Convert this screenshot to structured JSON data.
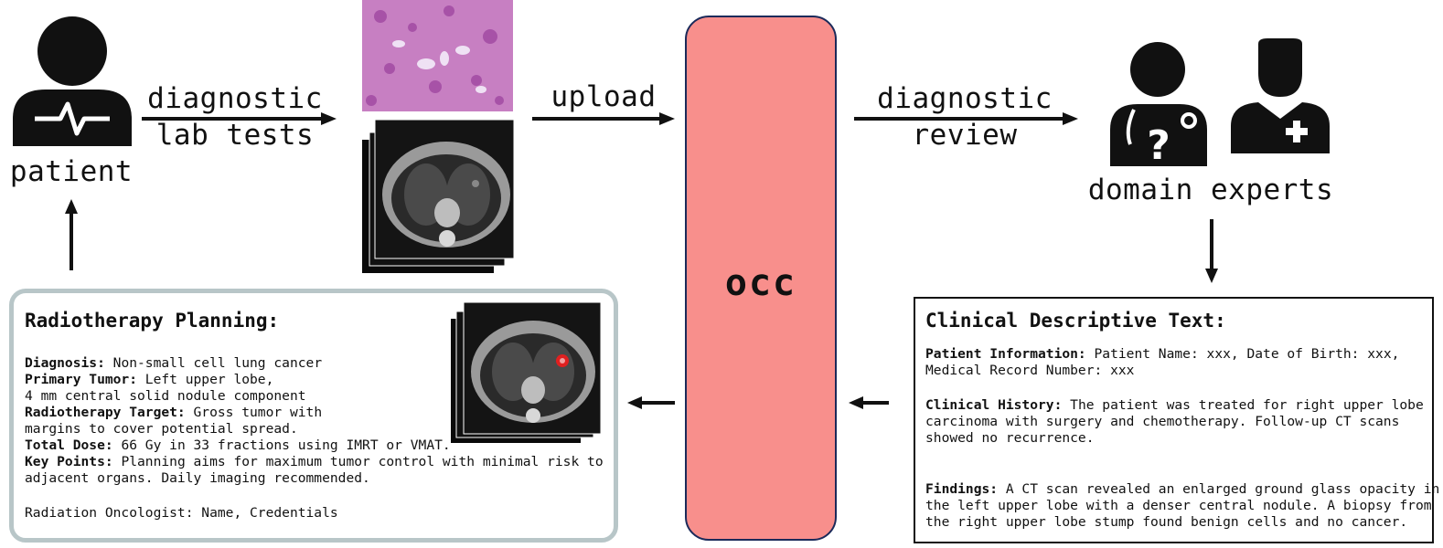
{
  "patient": {
    "label": "patient"
  },
  "flow": {
    "step1_line1": "diagnostic",
    "step1_line2": "lab tests",
    "step2": "upload",
    "step3_line1": "diagnostic",
    "step3_line2": "review"
  },
  "experts": {
    "label": "domain experts"
  },
  "occ": {
    "label": "occ"
  },
  "planning": {
    "title": "Radiotherapy Planning:",
    "diagnosis_key": "Diagnosis:",
    "diagnosis_val": " Non-small cell lung cancer",
    "tumor_key": "Primary Tumor:",
    "tumor_val": " Left upper lobe,",
    "tumor_val2": "4 mm central solid nodule component",
    "target_key": "Radiotherapy Target:",
    "target_val": " Gross tumor with",
    "target_val2": "margins to cover potential spread.",
    "dose_key": "Total Dose:",
    "dose_val": " 66 Gy in 33 fractions using IMRT or VMAT.",
    "points_key": "Key Points:",
    "points_val": " Planning aims for maximum tumor control with minimal risk to",
    "points_val2": "adjacent organs. Daily imaging recommended.",
    "signature": "Radiation Oncologist: Name, Credentials"
  },
  "clinical": {
    "title": "Clinical Descriptive Text:",
    "info_key": "Patient Information:",
    "info_val": " Patient Name: xxx, Date of Birth: xxx,",
    "info_val2": "Medical Record Number: xxx",
    "history_key": "Clinical History:",
    "history_val": " The patient was treated for right upper lobe",
    "history_val2": "carcinoma with surgery and chemotherapy. Follow-up CT scans",
    "history_val3": "showed no recurrence.",
    "findings_key": "Findings:",
    "findings_val": " A CT scan revealed an enlarged ground glass opacity in",
    "findings_val2": "the left upper lobe with a denser central nodule. A biopsy from",
    "findings_val3": "the right upper lobe stump found benign cells and no cancer."
  },
  "icons": {
    "patient": "patient-heartbeat-icon",
    "doctor": "doctor-question-icon",
    "nurse": "medical-cross-person-icon"
  },
  "colors": {
    "occ_fill": "#f88f8c",
    "occ_border": "#1b2a5a",
    "panel_border": "#b8c6c8",
    "histology": "#c77fc2"
  }
}
